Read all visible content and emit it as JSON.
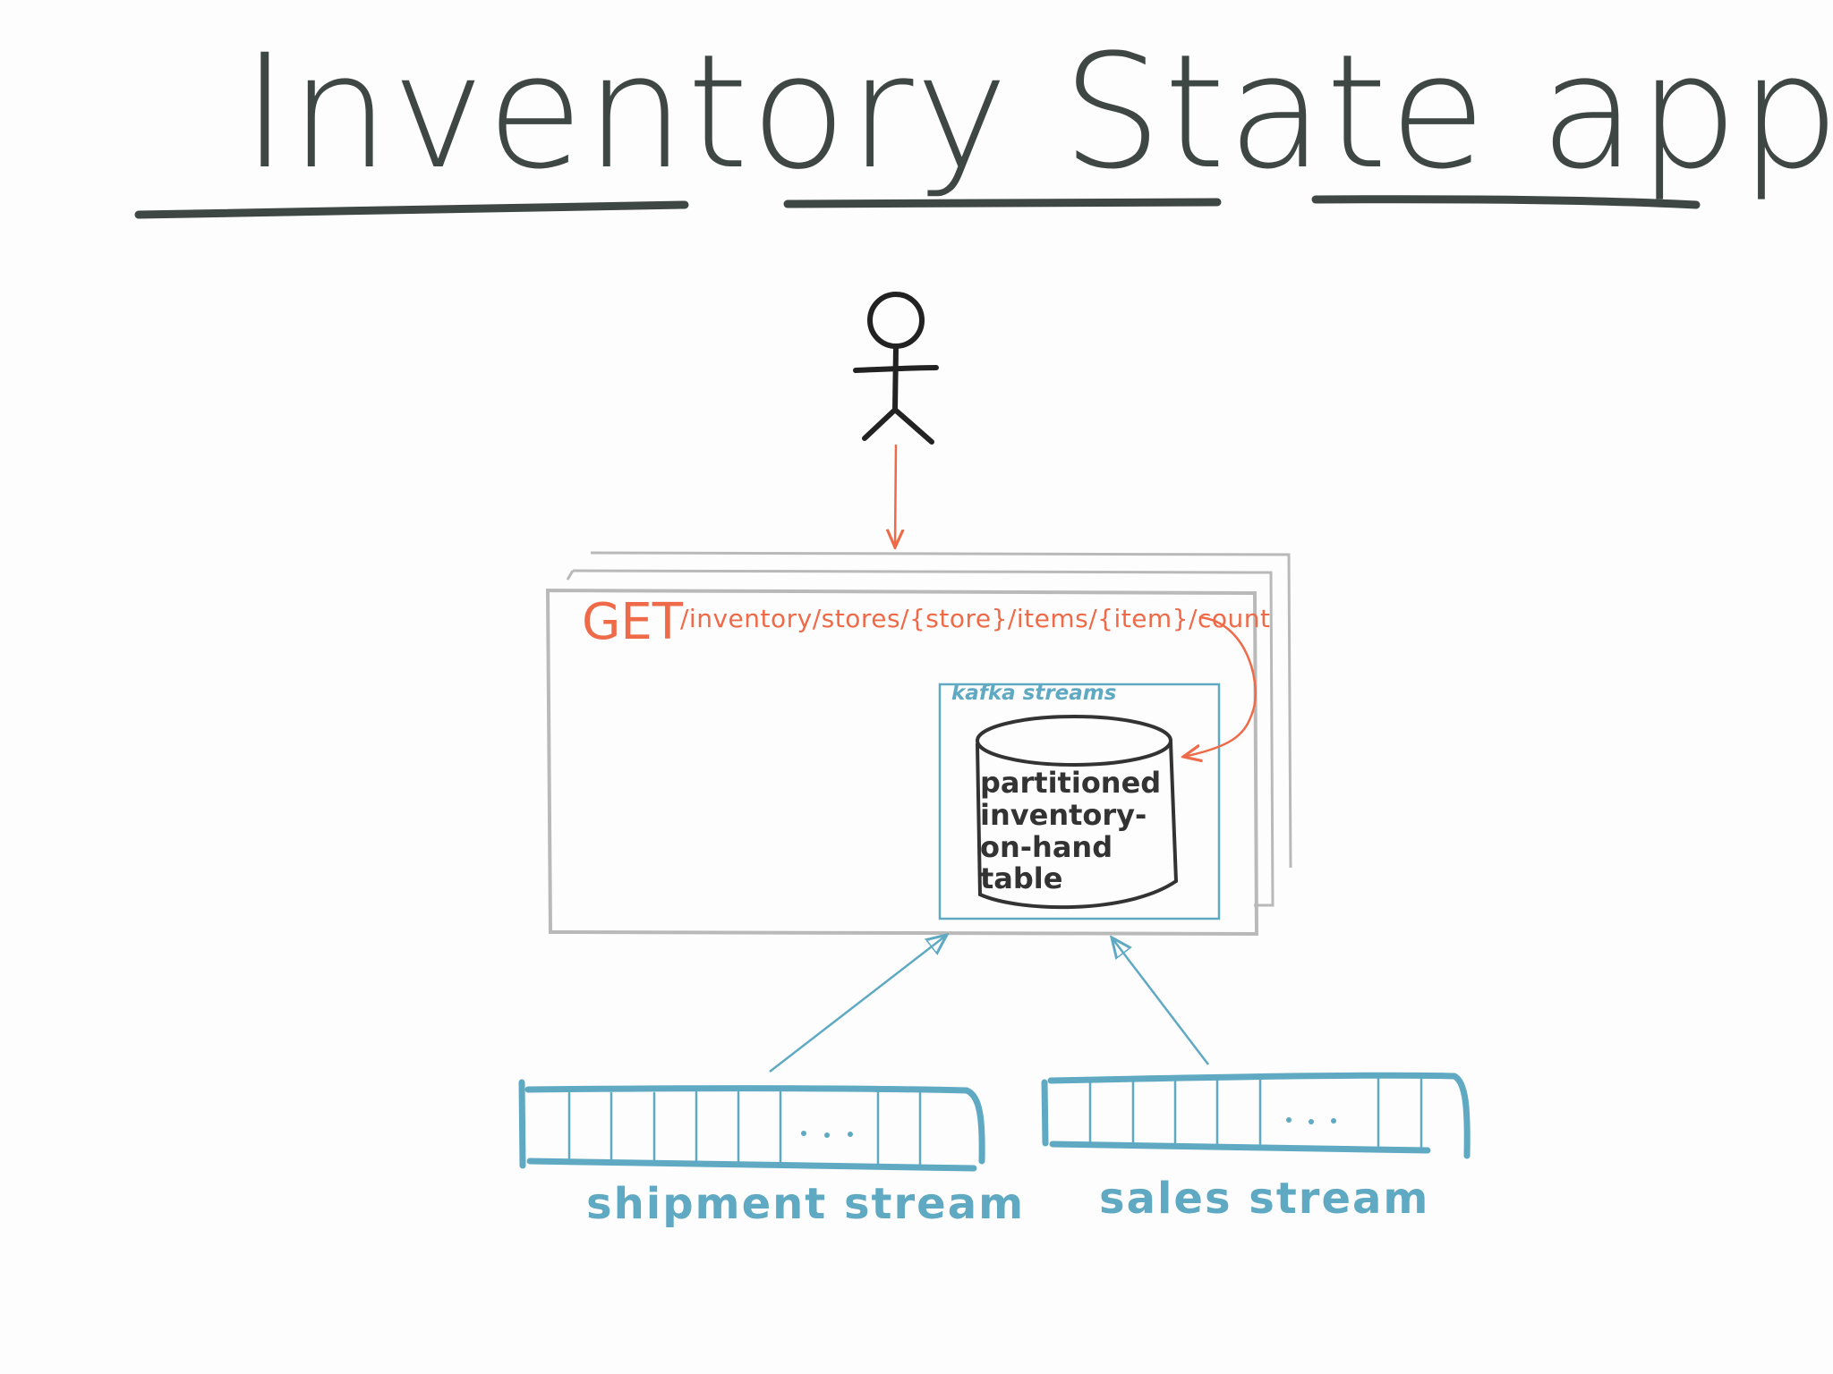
{
  "title": "Inventory State application",
  "request": {
    "method": "GET",
    "path": "/inventory/stores/{store}/items/{item}/count"
  },
  "kafka_streams_label": "kafka streams",
  "table_label": "partitioned inventory-on-hand table",
  "streams": [
    {
      "label": "shipment stream"
    },
    {
      "label": "sales stream"
    }
  ],
  "colors": {
    "ink": "#3f4745",
    "request_orange": "#ee6a48",
    "stream_blue": "#5fa9c2",
    "box_gray": "#b9b9b9",
    "table_black": "#333333"
  }
}
